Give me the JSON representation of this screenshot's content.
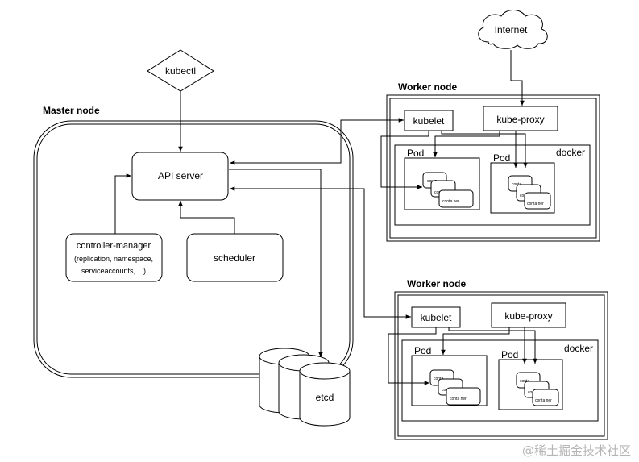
{
  "nodes": {
    "internet": "Internet",
    "kubectl": "kubectl",
    "master_title": "Master node",
    "api_server": "API server",
    "controller_manager": {
      "line1": "controller-manager",
      "line2": "(replication, namespace,",
      "line3": "serviceaccounts, ...)"
    },
    "scheduler": "scheduler",
    "etcd": "etcd"
  },
  "workers": [
    {
      "title": "Worker node",
      "kubelet": "kubelet",
      "kube_proxy": "kube-proxy",
      "docker": "docker",
      "pods": [
        {
          "label": "Pod",
          "container_labels": [
            "conta",
            "conta",
            "conta ner"
          ]
        },
        {
          "label": "Pod",
          "container_labels": [
            "conta",
            "conta",
            "conta ner"
          ]
        }
      ]
    },
    {
      "title": "Worker node",
      "kubelet": "kubelet",
      "kube_proxy": "kube-proxy",
      "docker": "docker",
      "pods": [
        {
          "label": "Pod",
          "container_labels": [
            "conta",
            "conta",
            "conta ner"
          ]
        },
        {
          "label": "Pod",
          "container_labels": [
            "conta",
            "conta",
            "conta ner"
          ]
        }
      ]
    }
  ],
  "watermark": "@稀土掘金技术社区"
}
